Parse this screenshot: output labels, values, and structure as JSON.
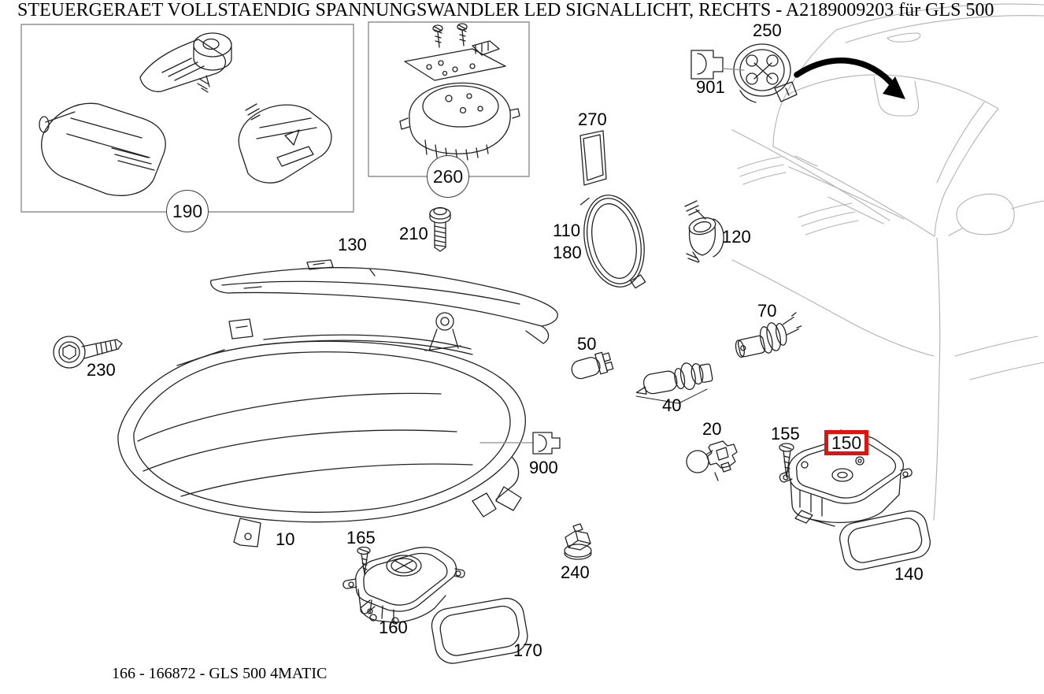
{
  "title": "STEUERGERAET VOLLSTAENDIG SPANNUNGSWANDLER LED SIGNALLICHT, RECHTS - A2189009203 für GLS 500",
  "footer": "166 - 166872 - GLS 500 4MATIC",
  "selected_part": "150",
  "colors": {
    "highlight_box": "#e0140e",
    "diagram_line": "#222222",
    "car_sketch_line": "#b2b2b2",
    "group_box_border": "#8f8f8f",
    "arrow": "#000000"
  },
  "labels": {
    "10": "10",
    "20": "20",
    "40": "40",
    "50": "50",
    "70": "70",
    "110": "110",
    "120": "120",
    "130": "130",
    "140": "140",
    "150": "150",
    "155": "155",
    "160": "160",
    "165": "165",
    "170": "170",
    "180": "180",
    "190": "190",
    "210": "210",
    "230": "230",
    "240": "240",
    "250": "250",
    "260": "260",
    "270": "270",
    "900": "900",
    "901": "901"
  }
}
